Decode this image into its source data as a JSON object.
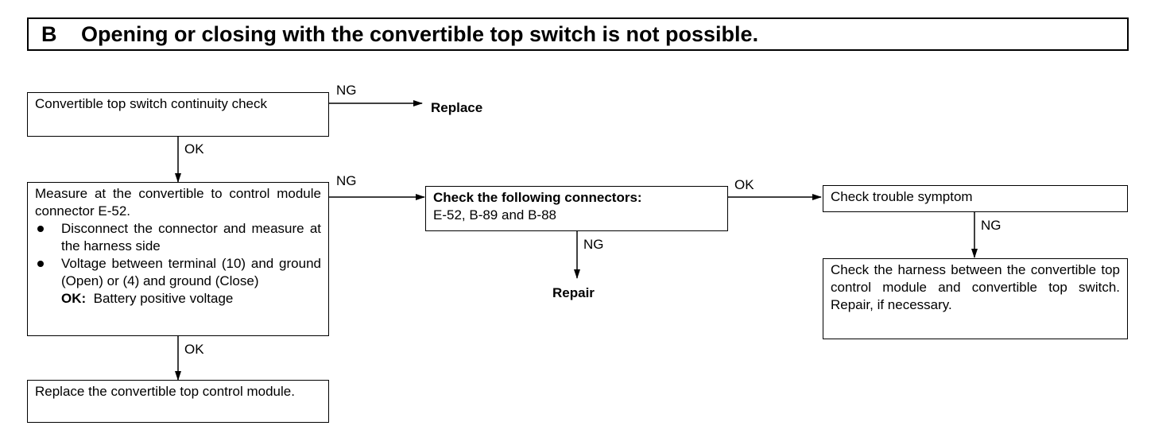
{
  "title": {
    "letter": "B",
    "text": "Opening or closing with the convertible top switch is not possible."
  },
  "nodes": {
    "switch_check": "Convertible top switch continuity check",
    "replace": "Replace",
    "measure": {
      "line1": "Measure at the convertible to control module connector E-52.",
      "bullets": [
        "Disconnect the connector and measure at the harness side",
        "Voltage between terminal (10) and ground (Open) or (4) and ground (Close)"
      ],
      "ok_label": "OK:",
      "ok_value": "Battery positive voltage"
    },
    "replace_module": "Replace the convertible top control module.",
    "connectors": {
      "title": "Check the following connectors:",
      "list": "E-52, B-89 and B-88"
    },
    "repair": "Repair",
    "trouble": "Check trouble symptom",
    "harness": "Check the harness between the convertible top control module and convertible top switch. Repair, if necessary."
  },
  "edges": {
    "switch_ng": "NG",
    "switch_ok": "OK",
    "measure_ng": "NG",
    "measure_ok": "OK",
    "connectors_ok": "OK",
    "connectors_ng": "NG",
    "trouble_ng": "NG"
  }
}
